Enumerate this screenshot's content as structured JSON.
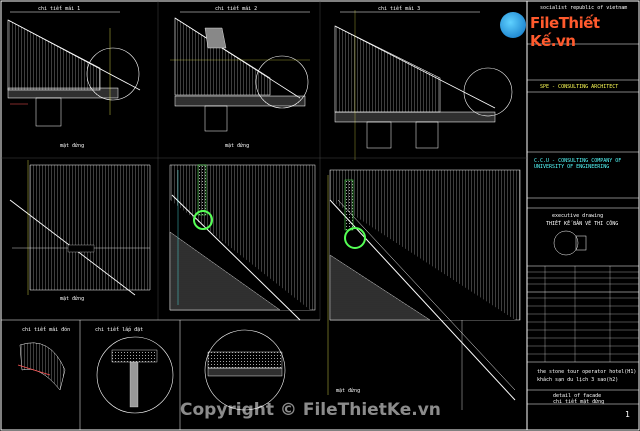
{
  "views": {
    "v1_title": "chi tiết mái 1",
    "v2_title": "chi tiết mái 2",
    "v3_title": "chi tiết mái 3",
    "v1_section": "mặt đứng",
    "v2_section": "mặt đứng",
    "elev_left": "mặt đứng",
    "elev_right": "mặt đứng",
    "detail_a": "chi tiết mái đón",
    "detail_b": "chi tiết lắp đặt"
  },
  "title_block": {
    "country": "socialist republic of vietnam",
    "company": "SPE - CONSULTING ARCHITECT",
    "consultant": "C.C.U - CONSULTING COMPANY OF UNIVERSITY OF ENGINEERING",
    "drawing_label": "executive drawing",
    "drawing_title": "THIẾT KẾ BẢN VẼ THI CÔNG",
    "project_line1": "the stone tour operator hotel(H1)",
    "project_line2": "khách sạn du lịch 3 sao(h2)",
    "sheet_label1": "detail of facade",
    "sheet_label2": "chi tiết mặt đứng",
    "sheet_no": "1"
  },
  "watermark": {
    "logo_main": "File",
    "logo_accent": "Thiết Kế",
    "logo_suffix": ".vn",
    "copyright": "Copyright © FileThietKe.vn"
  }
}
